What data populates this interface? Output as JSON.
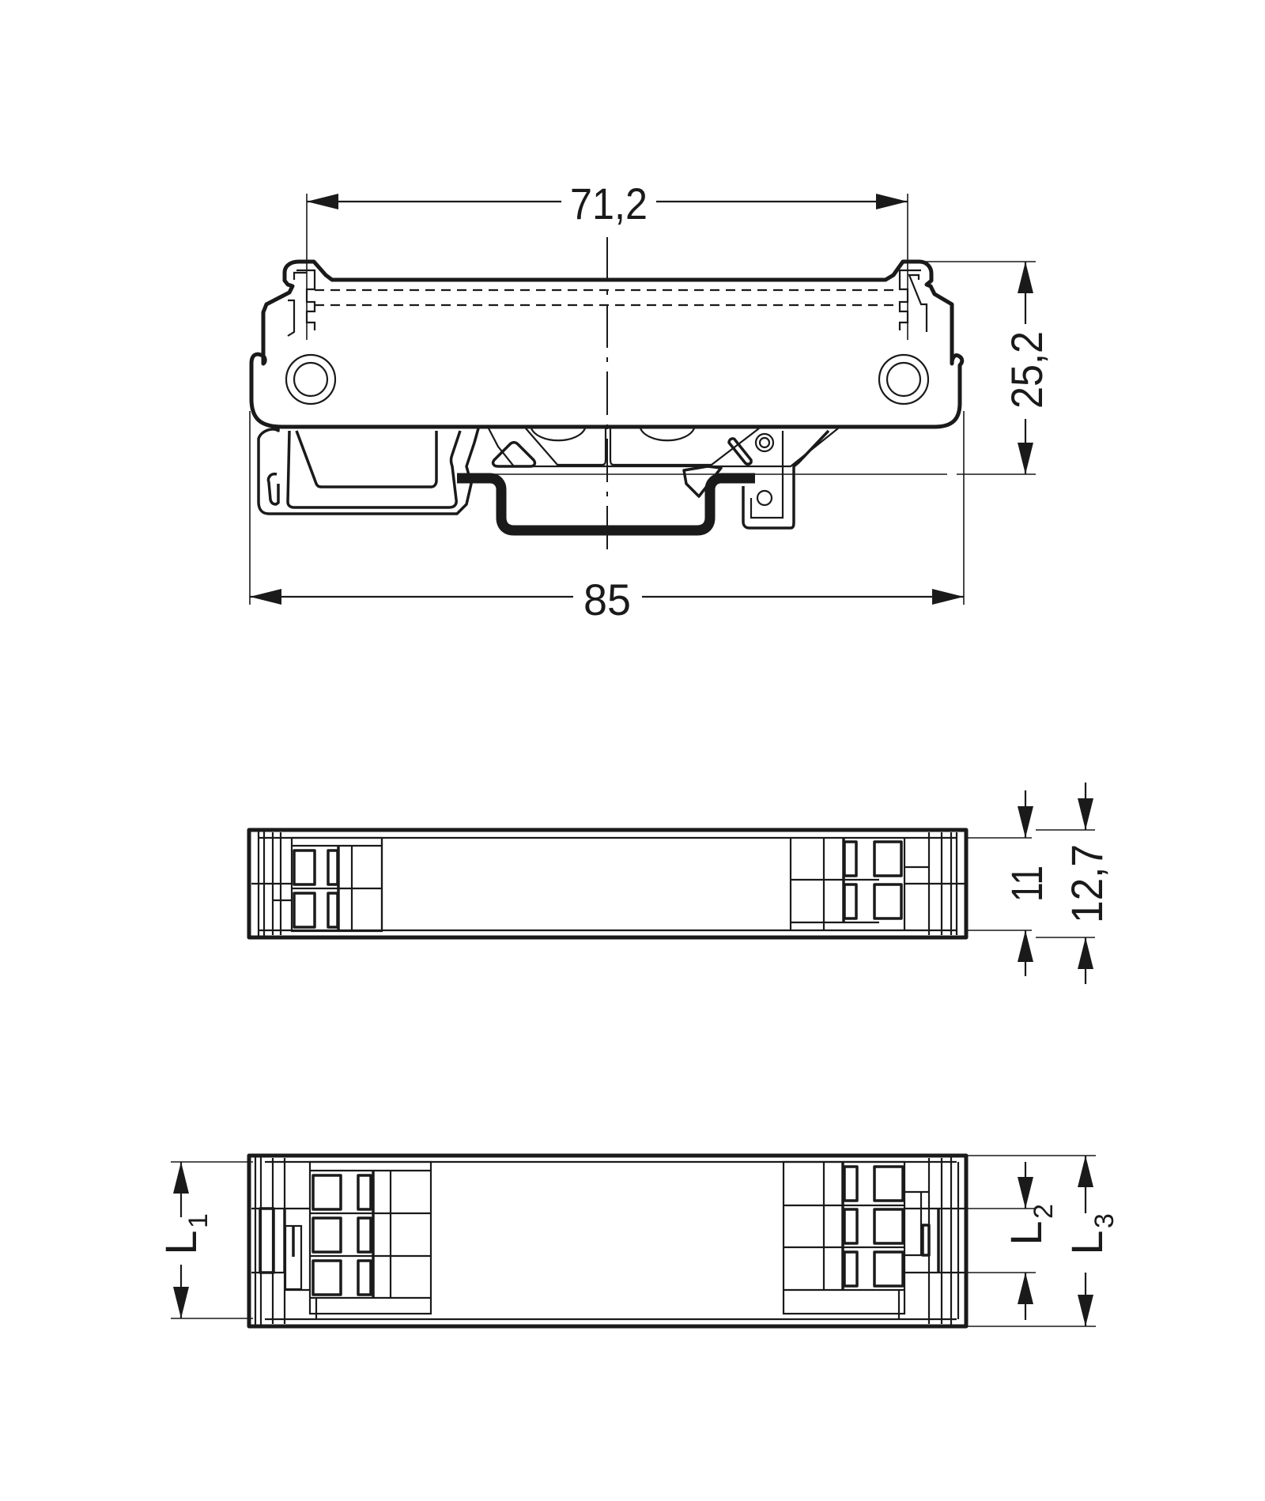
{
  "drawing": {
    "views": [
      {
        "name": "side-view",
        "description": "Carrier module on DIN rail, side elevation"
      },
      {
        "name": "top-view-2-pole",
        "description": "Top view, 2-pole variant"
      },
      {
        "name": "top-view-3-pole",
        "description": "Top view, 3-pole variant"
      }
    ],
    "dimensions": {
      "width_mounting": "71,2",
      "width_overall": "85",
      "height": "25,2",
      "depth_inner": "11",
      "depth_outer": "12,7",
      "L1_main": "L",
      "L1_sub": "1",
      "L2_main": "L",
      "L2_sub": "2",
      "L3_main": "L",
      "L3_sub": "3"
    },
    "colors": {
      "line": "#1a1a1a",
      "background": "#ffffff"
    }
  }
}
